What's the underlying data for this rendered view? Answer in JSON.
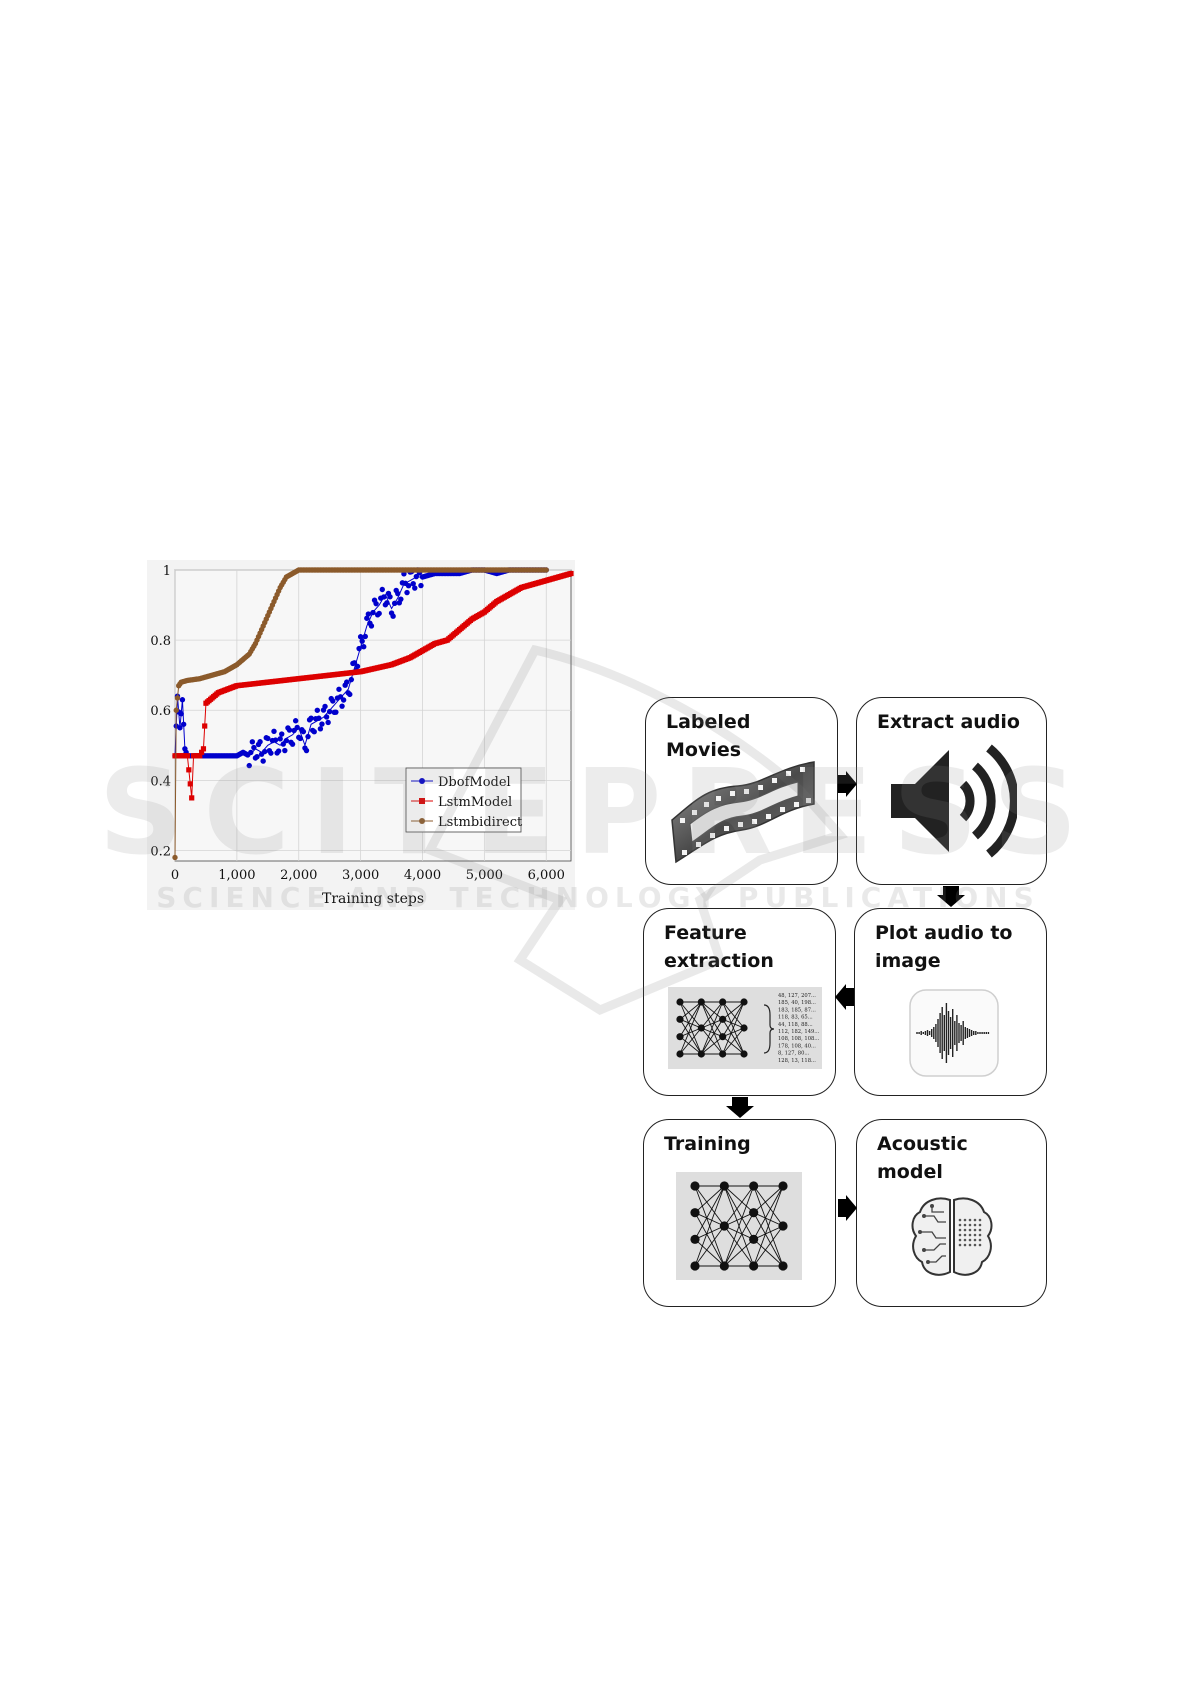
{
  "chart_data": {
    "type": "line",
    "xlabel": "Training steps",
    "ylabel": "",
    "xlim": [
      0,
      6400
    ],
    "ylim": [
      0.17,
      1.0
    ],
    "xticks": [
      0,
      1000,
      2000,
      3000,
      4000,
      5000,
      6000
    ],
    "xtick_labels": [
      "0",
      "1,000",
      "2,000",
      "3,000",
      "4,000",
      "5,000",
      "6,000"
    ],
    "yticks": [
      0.2,
      0.4,
      0.6,
      0.8,
      1.0
    ],
    "ytick_labels": [
      "0.2",
      "0.4",
      "0.6",
      "0.8",
      "1"
    ],
    "grid": true,
    "legend": "bottom-right",
    "series": [
      {
        "name": "DbofModel",
        "color": "#0000cc",
        "marker": "circle",
        "x": [
          0,
          40,
          80,
          120,
          160,
          200,
          300,
          400,
          600,
          800,
          1000,
          1100,
          1200,
          1300,
          1400,
          1500,
          1600,
          1700,
          1800,
          1900,
          2000,
          2100,
          2200,
          2300,
          2400,
          2500,
          2600,
          2700,
          2800,
          2900,
          3000,
          3100,
          3200,
          3300,
          3400,
          3500,
          3600,
          3700,
          3800,
          3900,
          4000,
          4200,
          4400,
          4600,
          4800,
          5000,
          5200,
          5400,
          5600,
          5800,
          6000
        ],
        "y": [
          0.47,
          0.64,
          0.55,
          0.63,
          0.49,
          0.47,
          0.47,
          0.47,
          0.47,
          0.47,
          0.47,
          0.48,
          0.47,
          0.49,
          0.48,
          0.5,
          0.51,
          0.5,
          0.52,
          0.53,
          0.55,
          0.5,
          0.56,
          0.57,
          0.58,
          0.6,
          0.62,
          0.64,
          0.66,
          0.72,
          0.78,
          0.84,
          0.88,
          0.9,
          0.93,
          0.89,
          0.92,
          0.96,
          0.97,
          0.98,
          0.98,
          0.99,
          0.99,
          0.99,
          1.0,
          1.0,
          0.99,
          1.0,
          1.0,
          1.0,
          1.0
        ]
      },
      {
        "name": "LstmModel",
        "color": "#dd0000",
        "marker": "square",
        "x": [
          0,
          200,
          270,
          300,
          400,
          460,
          500,
          700,
          1000,
          1500,
          2000,
          2500,
          3000,
          3500,
          3800,
          4000,
          4200,
          4400,
          4600,
          4800,
          5000,
          5200,
          5400,
          5600,
          5800,
          6000,
          6200,
          6400
        ],
        "y": [
          0.47,
          0.47,
          0.35,
          0.47,
          0.47,
          0.49,
          0.62,
          0.65,
          0.67,
          0.68,
          0.69,
          0.7,
          0.71,
          0.73,
          0.75,
          0.77,
          0.79,
          0.8,
          0.83,
          0.86,
          0.88,
          0.91,
          0.93,
          0.95,
          0.96,
          0.97,
          0.98,
          0.99
        ]
      },
      {
        "name": "Lstmbidirect",
        "color": "#8b5a2b",
        "marker": "circle",
        "x": [
          0,
          20,
          60,
          100,
          200,
          400,
          600,
          800,
          1000,
          1200,
          1300,
          1400,
          1500,
          1600,
          1700,
          1800,
          1900,
          2000,
          2200,
          2500,
          3000,
          4000,
          5000,
          6000
        ],
        "y": [
          0.18,
          0.6,
          0.67,
          0.68,
          0.685,
          0.69,
          0.7,
          0.71,
          0.73,
          0.76,
          0.79,
          0.83,
          0.87,
          0.91,
          0.95,
          0.98,
          0.99,
          1.0,
          1.0,
          1.0,
          1.0,
          1.0,
          1.0,
          1.0
        ]
      }
    ]
  },
  "watermark": {
    "big": "SCITEPRESS",
    "small": "SCIENCE AND TECHNOLOGY PUBLICATIONS"
  },
  "flowchart": {
    "boxes": [
      {
        "id": "labeled-movies",
        "title": "Labeled Movies",
        "icon": "film-strip-icon"
      },
      {
        "id": "extract-audio",
        "title": "Extract audio",
        "icon": "speaker-icon"
      },
      {
        "id": "plot-audio",
        "title": "Plot audio to\nimage",
        "icon": "waveform-icon"
      },
      {
        "id": "feature-extraction",
        "title": "Feature\nextraction",
        "icon": "neural-network-features-icon"
      },
      {
        "id": "training",
        "title": "Training",
        "icon": "neural-network-icon"
      },
      {
        "id": "acoustic-model",
        "title": "Acoustic model",
        "icon": "circuit-brain-icon"
      }
    ],
    "feature_values": [
      "48, 127, 207...",
      "185, 40, 198...",
      "183, 185, 87...",
      "118, 83, 65...",
      "44, 118, 88...",
      "112, 182, 149...",
      "108, 108, 108...",
      "178, 108, 40...",
      "8, 127, 80...",
      "128, 13, 118..."
    ]
  }
}
